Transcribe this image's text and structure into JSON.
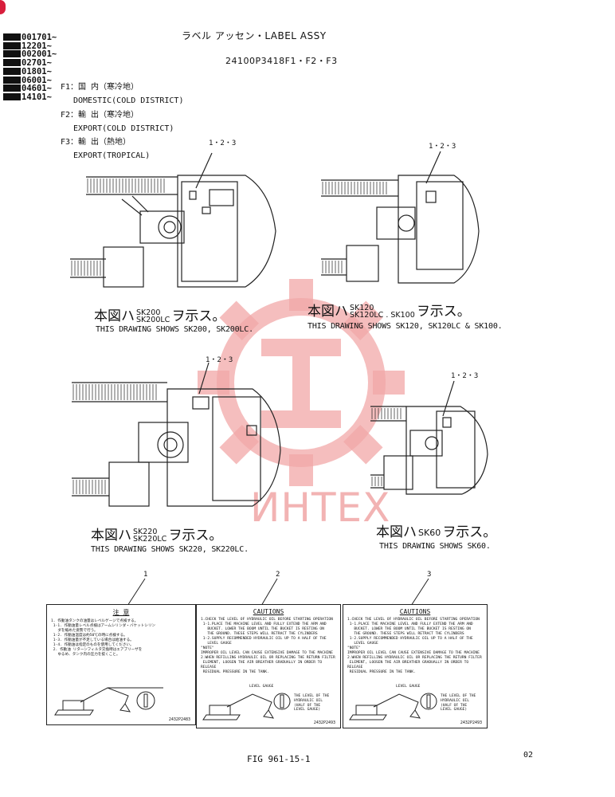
{
  "header": {
    "serial_prefixes": [
      "001701~",
      "12201~",
      "002001~",
      "02701~",
      "01801~",
      "06001~",
      "04601~",
      "14101~"
    ],
    "title": "ラベル アッセン・LABEL ASSY",
    "part_no": "24100P3418F1・F2・F3"
  },
  "legend": [
    {
      "code": "F1：国 内（寒冷地）",
      "desc": "DOMESTIC(COLD DISTRICT)"
    },
    {
      "code": "F2：輸 出（寒冷地）",
      "desc": "EXPORT(COLD DISTRICT)"
    },
    {
      "code": "F3：輸 出（熱地）",
      "desc": "EXPORT(TROPICAL)"
    }
  ],
  "drawings": [
    {
      "callout": "1・2・3",
      "jp_pre": "本図ハ",
      "jp_sub_1": "SK200",
      "jp_sub_2": "SK200LC",
      "jp_post": "ヲ示ス。",
      "en": "THIS DRAWING SHOWS SK200, SK200LC."
    },
    {
      "callout": "1・2・3",
      "jp_pre": "本図ハ",
      "jp_sub_1": "SK120",
      "jp_sub_2": "SK120LC . SK100",
      "jp_post": "ヲ示ス。",
      "en": "THIS DRAWING SHOWS SK120, SK120LC & SK100."
    },
    {
      "callout": "1・2・3",
      "jp_pre": "本図ハ",
      "jp_sub_1": "SK220",
      "jp_sub_2": "SK220LC",
      "jp_post": "ヲ示ス。",
      "en": "THIS DRAWING SHOWS SK220, SK220LC."
    },
    {
      "callout": "1・2・3",
      "jp_pre": "本図ハ",
      "jp_sub_1": "SK60",
      "jp_sub_2": "",
      "jp_post": "ヲ示ス。",
      "en": "THIS DRAWING SHOWS SK60."
    }
  ],
  "labels": [
    {
      "num": "1",
      "title": "注 意",
      "text": "1. 作動油タンクの油量はレベルゲージで点検する。\n 1-1. 作動油量レベル点検はアームシリンダ・バケットシリン\n   ダを縮めた姿勢で行う。\n 1-2. 作動油温度は約50℃の時に点検する。\n 1-3. 作動油量が不足している場合は給油する。\n 1-4. 作動油は指定のものを使用してください。\n 2. 作動油 リターンフィルタ交換時はエアブリーザを\n   ゆるめ、タンク内の圧力を抜くこと。",
      "code": "2432P2483"
    },
    {
      "num": "2",
      "title": "CAUTIONS",
      "text": "1.CHECK THE LEVEL OF HYDRAULIC OIL BEFORE STARTING OPERATION\n 1-1.PLACE THE MACHINE LEVEL AND FULLY EXTEND THE ARM AND\n   BUCKET. LOWER THE BOOM UNTIL THE BUCKET IS RESTING ON\n   THE GROUND. THESE STEPS WILL RETRACT THE CYLINDERS\n 1-2.SUPPLY RECOMMENDED HYDRAULIC OIL UP TO A HALF OF THE\n   LEVEL GAUGE\n\"NOTE\"\nIMPROPER OIL LEVEL CAN CAUSE EXTENSIVE DAMAGE TO THE MACHINE\n2.WHEN REFILLING HYDRAULIC OIL OR REPLACING THE RETURN FILTER\n ELEMENT, LOOSEN THE AIR BREATHER GRADUALLY IN ORDER TO RELEASE\n RESIDUAL PRESSURE IN THE TANK.",
      "gauge": "LEVEL GAUGE",
      "gauge_note": "THE LEVEL OF THE\nHYDRAULIC OIL\n(HALF OF THE\nLEVEL GAUGE)",
      "code": "2432P2493"
    },
    {
      "num": "3",
      "title": "CAUTIONS",
      "text": "1.CHECK THE LEVEL OF HYDRAULIC OIL BEFORE STARTING OPERATION\n 1-1.PLACE THE MACHINE LEVEL AND FULLY EXTEND THE ARM AND\n   BUCKET. LOWER THE BOOM UNTIL THE BUCKET IS RESTING ON\n   THE GROUND. THESE STEPS WILL RETRACT THE CYLINDERS\n 1-2.SUPPLY RECOMMENDED HYDRAULIC OIL UP TO A HALF OF THE\n   LEVEL GAUGE\n\"NOTE\"\nIMPROPER OIL LEVEL CAN CAUSE EXTENSIVE DAMAGE TO THE MACHINE\n2.WHEN REFILLING HYDRAULIC OIL OR REPLACING THE RETURN FILTER\n ELEMENT, LOOSEN THE AIR BREATHER GRADUALLY IN ORDER TO RELEASE\n RESIDUAL PRESSURE IN THE TANK.",
      "gauge": "LEVEL GAUGE",
      "gauge_note": "THE LEVEL OF THE\nHYDRAULIC OIL\n(HALF OF THE\nLEVEL GAUGE)",
      "code": "2432P2493"
    }
  ],
  "footer": {
    "figure": "FIG 961-15-1",
    "page": "02"
  },
  "watermark": {
    "text": "ИНТЕХ"
  },
  "colors": {
    "watermark": "#e87878",
    "ink": "#111111",
    "corner_mark": "#d81e3c"
  }
}
